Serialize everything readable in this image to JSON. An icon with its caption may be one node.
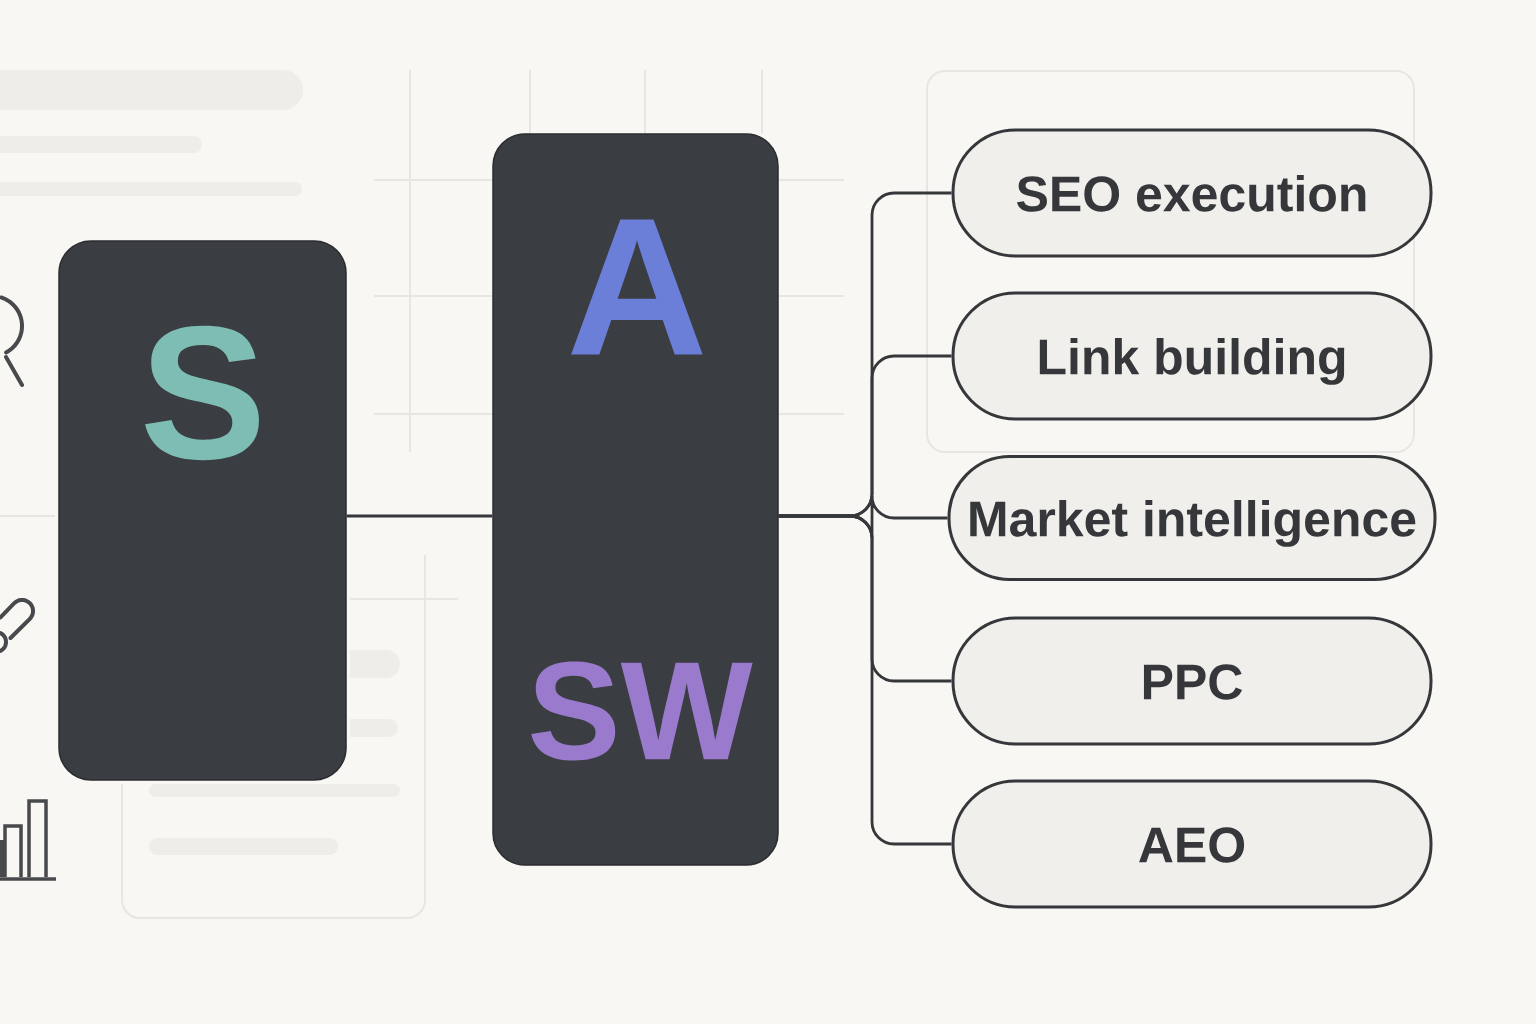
{
  "diagram": {
    "nodes": [
      {
        "text": [
          "S"
        ]
      },
      {
        "text": [
          "A",
          "SW"
        ]
      },
      {
        "text": [
          "SEO execution"
        ]
      },
      {
        "text": [
          "Link building"
        ]
      },
      {
        "text": [
          "Market intelligence"
        ]
      },
      {
        "text": [
          "PPC"
        ]
      },
      {
        "text": [
          "AEO"
        ]
      }
    ],
    "edges": [
      {
        "from": 0,
        "to": 1,
        "arrow": "none"
      },
      {
        "from": 1,
        "to": 2,
        "arrow": "none"
      },
      {
        "from": 1,
        "to": 3,
        "arrow": "none"
      },
      {
        "from": 1,
        "to": 4,
        "arrow": "none"
      },
      {
        "from": 1,
        "to": 5,
        "arrow": "none"
      },
      {
        "from": 1,
        "to": 6,
        "arrow": "none"
      }
    ]
  }
}
